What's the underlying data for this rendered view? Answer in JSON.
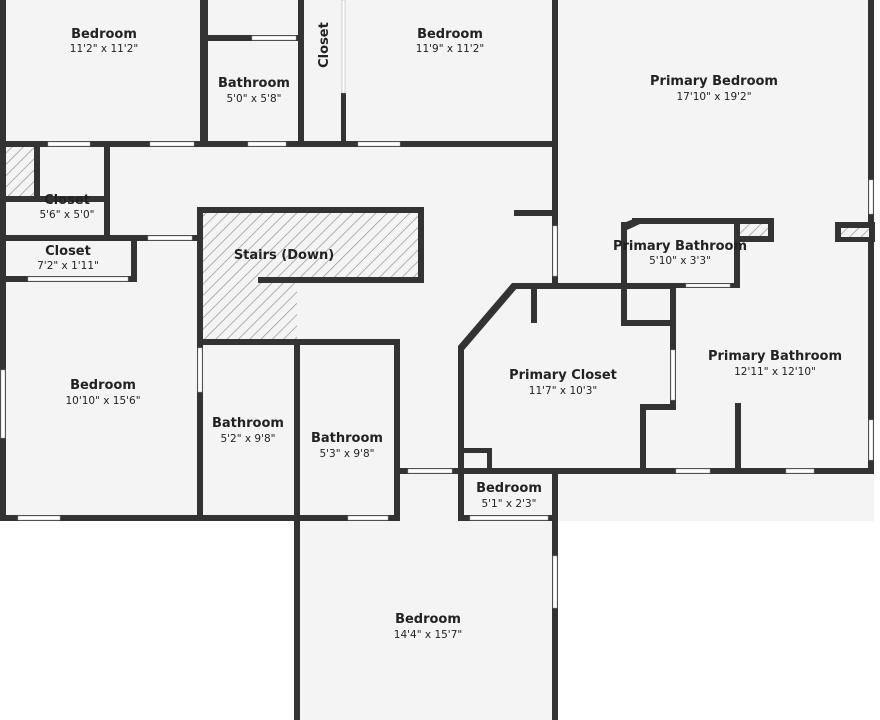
{
  "title": "Floor plan",
  "colors": {
    "wall": "#333333",
    "floor": "#f4f4f4",
    "background": "#ffffff"
  },
  "rooms": [
    {
      "name": "Bedroom",
      "dims": "11'2\" x 11'2\""
    },
    {
      "name": "Bathroom",
      "dims": "5'0\" x 5'8\""
    },
    {
      "name": "Closet"
    },
    {
      "name": "Bedroom",
      "dims": "11'9\" x 11'2\""
    },
    {
      "name": "Primary Bedroom",
      "dims": "17'10\" x 19'2\""
    },
    {
      "name": "Closet",
      "dims": "5'6\" x 5'0\""
    },
    {
      "name": "Closet",
      "dims": "7'2\" x 1'11\""
    },
    {
      "name": "Stairs (Down)"
    },
    {
      "name": "Primary Bathroom",
      "dims": "5'10\" x 3'3\""
    },
    {
      "name": "Bedroom",
      "dims": "10'10\" x 15'6\""
    },
    {
      "name": "Primary Closet",
      "dims": "11'7\" x 10'3\""
    },
    {
      "name": "Primary Bathroom",
      "dims": "12'11\" x 12'10\""
    },
    {
      "name": "Bathroom",
      "dims": "5'2\" x 9'8\""
    },
    {
      "name": "Bathroom",
      "dims": "5'3\" x 9'8\""
    },
    {
      "name": "Bedroom",
      "dims": "5'1\" x 2'3\""
    },
    {
      "name": "Bedroom",
      "dims": "14'4\" x 15'7\""
    }
  ]
}
